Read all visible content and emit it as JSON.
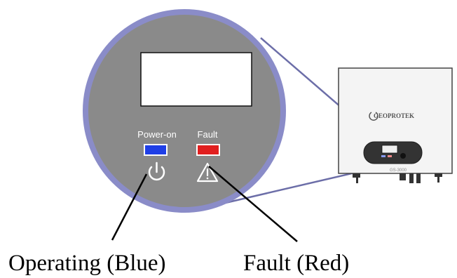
{
  "panel": {
    "power_label": "Power-on",
    "fault_label": "Fault",
    "power_icon": "power-icon",
    "fault_icon": "warning-triangle-icon"
  },
  "device": {
    "brand": "GEOPROTEK",
    "model": "GS-3000"
  },
  "callouts": {
    "operating": "Operating (Blue)",
    "fault": "Fault (Red)"
  },
  "colors": {
    "blue_led": "#1f3fe6",
    "red_led": "#e11f1f",
    "panel_gray": "#8a8a8a",
    "ring": "#8a8cc8",
    "device_body": "#f4f4f4"
  }
}
